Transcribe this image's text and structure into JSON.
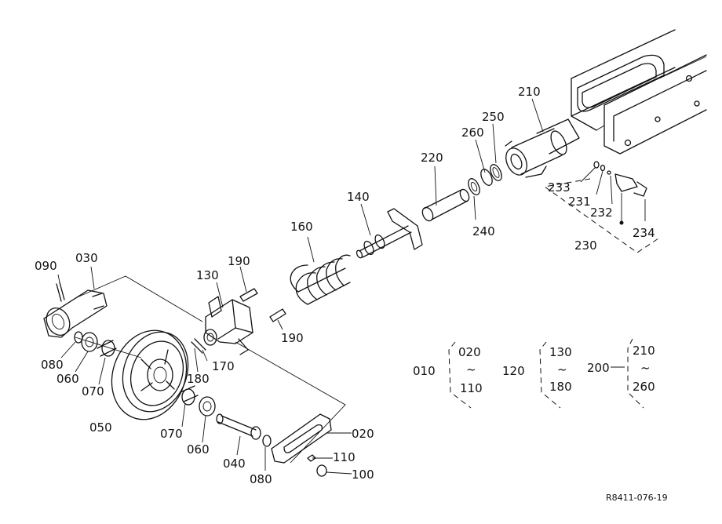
{
  "drawing_code": "R8411-076-19",
  "labels": {
    "p010": "010",
    "p020": "020",
    "p020b": "020",
    "p030": "030",
    "p040": "040",
    "p050": "050",
    "p060": "060",
    "p060b": "060",
    "p070": "070",
    "p070b": "070",
    "p080": "080",
    "p080b": "080",
    "p090": "090",
    "p100": "100",
    "p110": "110",
    "p110b": "110",
    "p120": "120",
    "p130": "130",
    "p130b": "130",
    "p140": "140",
    "p160": "160",
    "p170": "170",
    "p180": "180",
    "p180b": "180",
    "p190": "190",
    "p190b": "190",
    "p200": "200",
    "p210": "210",
    "p210b": "210",
    "p220": "220",
    "p230": "230",
    "p231": "231",
    "p232": "232",
    "p233": "233",
    "p234": "234",
    "p240": "240",
    "p250": "250",
    "p260": "260",
    "p260b": "260"
  },
  "range_symbol": "~"
}
